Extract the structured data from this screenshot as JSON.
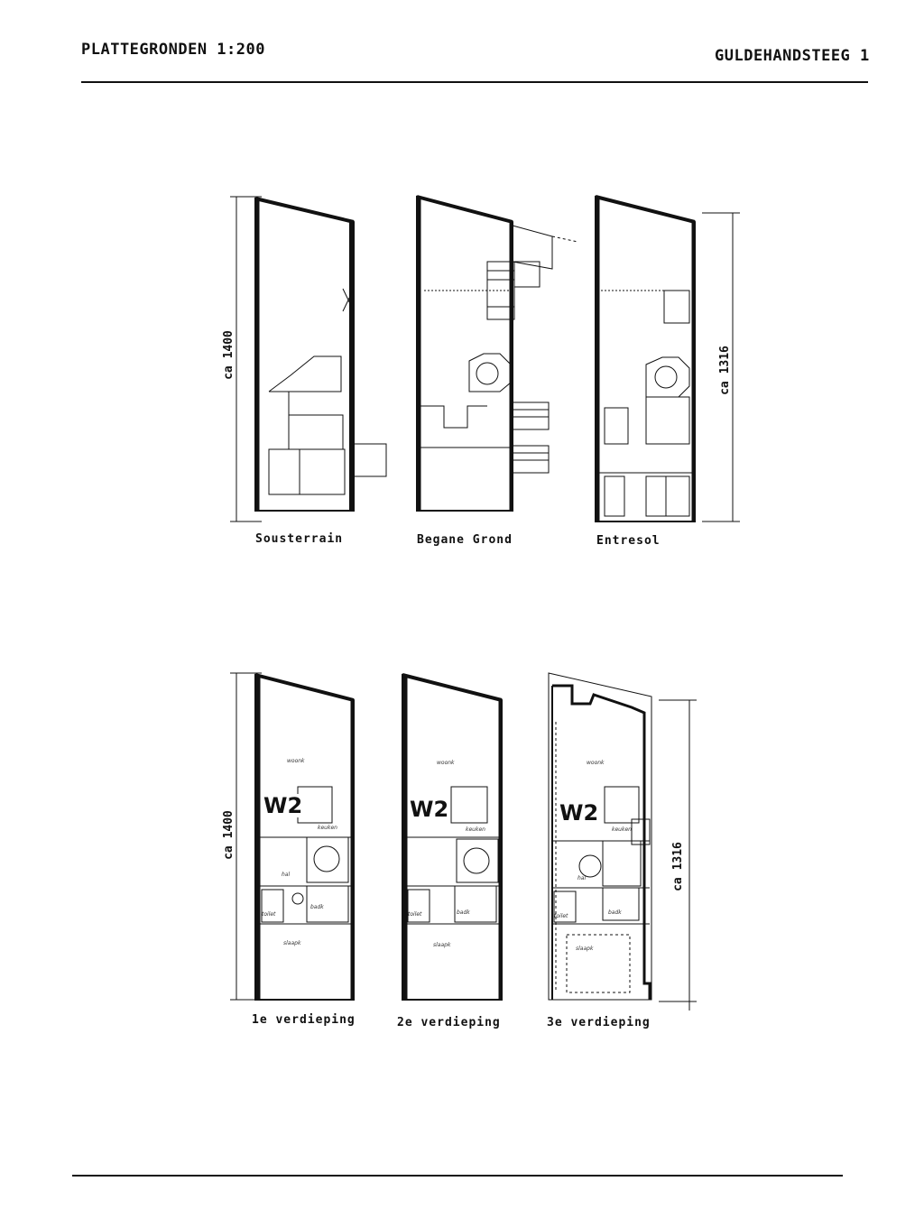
{
  "header": {
    "left": "PLATTEGRONDEN 1:200",
    "right": "GULDEHANDSTEEG 1"
  },
  "captions": {
    "sousterrain": "Sousterrain",
    "begane_grond": "Begane Grond",
    "entresol": "Entresol",
    "verdieping1": "1e verdieping",
    "verdieping2": "2e verdieping",
    "verdieping3": "3e verdieping"
  },
  "dimensions": {
    "left": "ca 1400",
    "right": "ca 1316"
  },
  "unit_label": "W2",
  "rooms": {
    "woonk": "woonk",
    "keuken": "keuken",
    "hal": "hal",
    "badk": "badk",
    "toilet": "toilet",
    "slaapk": "slaapk"
  }
}
